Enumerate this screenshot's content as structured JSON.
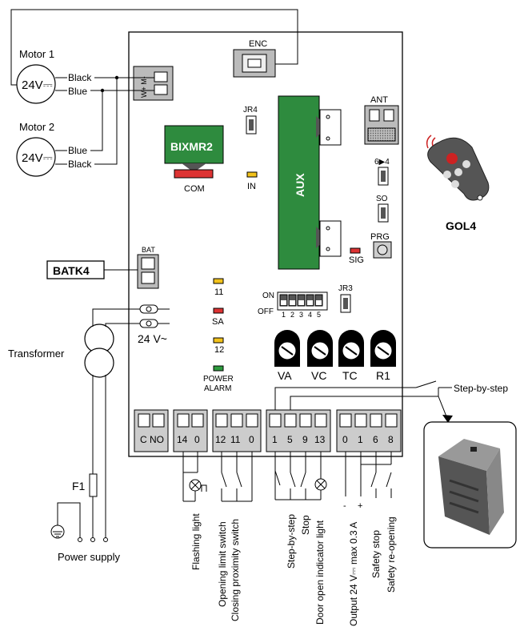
{
  "motors": {
    "motor1_title": "Motor 1",
    "motor2_title": "Motor 2",
    "voltage": "24V⎓",
    "wire_black": "Black",
    "wire_blue": "Blue"
  },
  "board": {
    "enc": "ENC",
    "jr4": "JR4",
    "bixmr2": "BIXMR2",
    "com": "COM",
    "in": "IN",
    "aux": "AUX",
    "ant": "ANT",
    "jumper_6_4": "6▶4",
    "so": "SO",
    "prg": "PRG",
    "sig": "SIG",
    "bat": "BAT",
    "led_11": "11",
    "led_sa": "SA",
    "led_12": "12",
    "power_alarm_1": "POWER",
    "power_alarm_2": "ALARM",
    "dip_on": "ON",
    "dip_off": "OFF",
    "dip_numbers": [
      "1",
      "2",
      "3",
      "4",
      "5"
    ],
    "jr3": "JR3",
    "trimmers": [
      "VA",
      "VC",
      "TC",
      "R1"
    ],
    "motor_terminal": "W+ M-"
  },
  "left": {
    "batk4": "BATK4",
    "transformer": "Transformer",
    "ac_voltage": "24 V~",
    "fuse": "F1",
    "power_supply": "Power supply"
  },
  "terminals": {
    "group1": [
      "C",
      "NO"
    ],
    "group2": [
      "14",
      "0"
    ],
    "group3": [
      "12",
      "11",
      "0"
    ],
    "group4": [
      "1",
      "5",
      "9",
      "13"
    ],
    "group5": [
      "0",
      "1",
      "6",
      "8"
    ]
  },
  "bottom_labels": {
    "flashing_light": "Flashing light",
    "opening_limit": "Opening limit switch",
    "closing_proximity": "Closing proximity switch",
    "step_by_step": "Step-by-step",
    "stop": "Stop",
    "door_open_light": "Door open indicator light",
    "output_24v": "Output 24 V⎓ max 0.3 A",
    "safety_stop": "Safety stop",
    "safety_reopen": "Safety re-opening",
    "minus": "-",
    "plus": "+"
  },
  "right": {
    "step_by_step_switch": "Step-by-step",
    "remote": "GOL4"
  }
}
